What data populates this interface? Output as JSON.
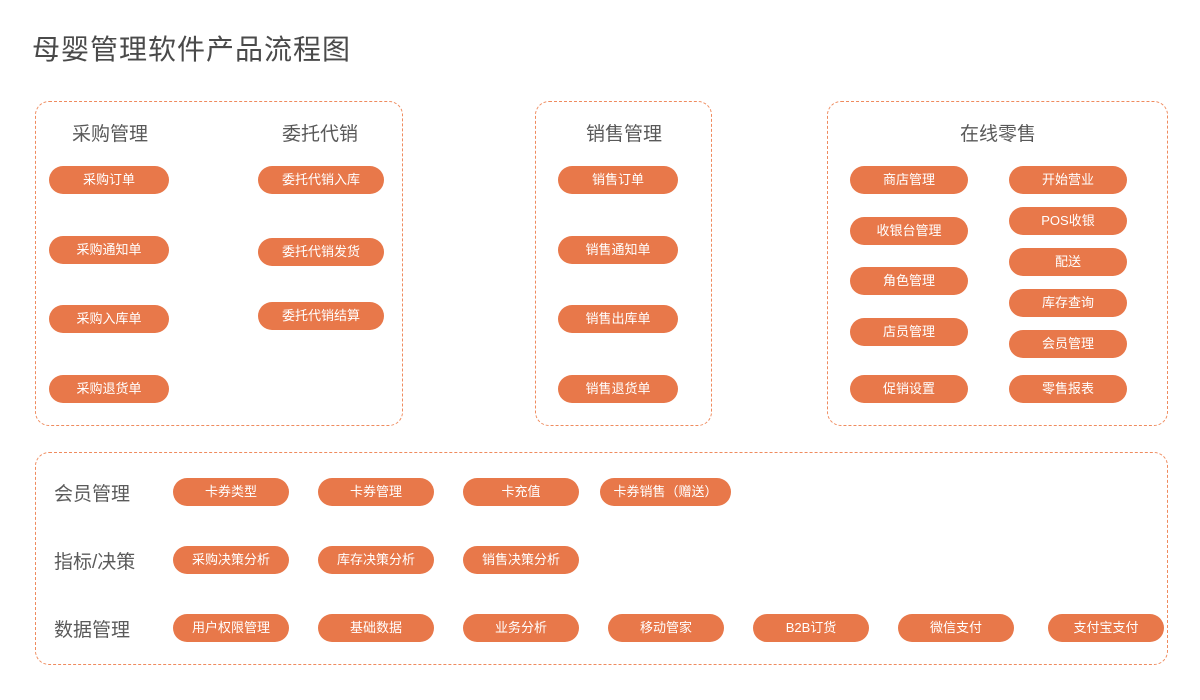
{
  "title": "母婴管理软件产品流程图",
  "colors": {
    "pill_bg": "#e8784a",
    "pill_text": "#ffffff",
    "panel_border": "#ef8b5e",
    "heading_text": "#595959",
    "title_text": "#4a4a4a",
    "background": "#ffffff"
  },
  "panels": {
    "procurement": {
      "columns": [
        {
          "heading": "采购管理",
          "items": [
            "采购订单",
            "采购通知单",
            "采购入库单",
            "采购退货单"
          ]
        },
        {
          "heading": "委托代销",
          "items": [
            "委托代销入库",
            "委托代销发货",
            "委托代销结算"
          ]
        }
      ]
    },
    "sales": {
      "columns": [
        {
          "heading": "销售管理",
          "items": [
            "销售订单",
            "销售通知单",
            "销售出库单",
            "销售退货单"
          ]
        }
      ]
    },
    "retail": {
      "heading": "在线零售",
      "columns": [
        {
          "items": [
            "商店管理",
            "收银台管理",
            "角色管理",
            "店员管理",
            "促销设置"
          ]
        },
        {
          "items": [
            "开始营业",
            "POS收银",
            "配送",
            "库存查询",
            "会员管理",
            "零售报表"
          ]
        }
      ]
    },
    "platform": {
      "rows": [
        {
          "label": "会员管理",
          "items": [
            "卡券类型",
            "卡券管理",
            "卡充值",
            "卡券销售（赠送）"
          ]
        },
        {
          "label": "指标/决策",
          "items": [
            "采购决策分析",
            "库存决策分析",
            "销售决策分析"
          ]
        },
        {
          "label": "数据管理",
          "items": [
            "用户权限管理",
            "基础数据",
            "业务分析",
            "移动管家",
            "B2B订货",
            "微信支付",
            "支付宝支付"
          ]
        }
      ]
    }
  }
}
